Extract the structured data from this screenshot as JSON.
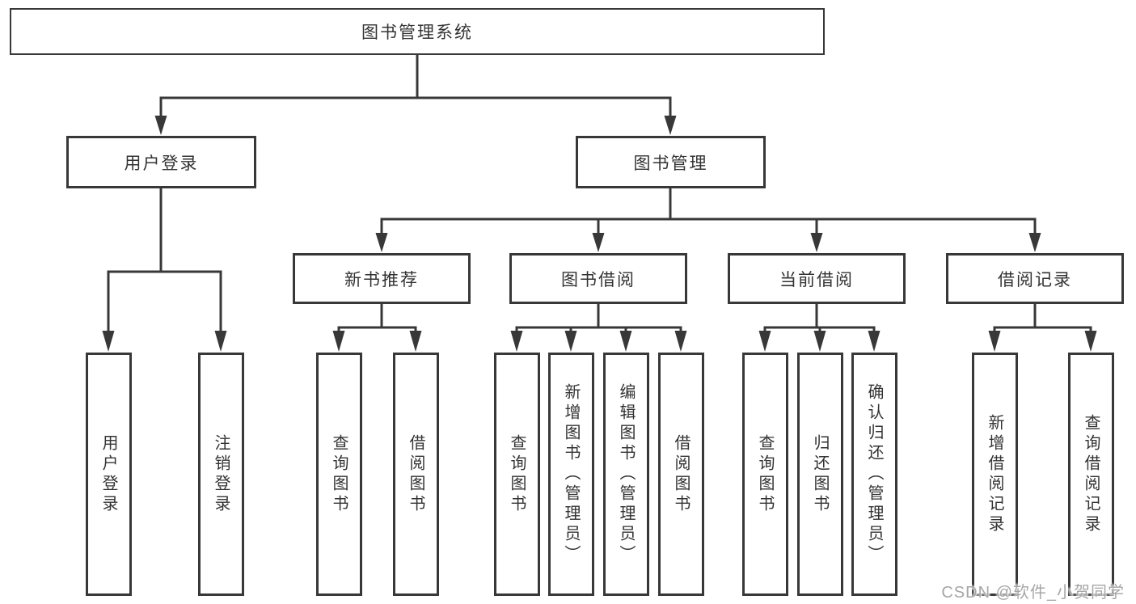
{
  "diagram_title": "图书管理系统",
  "colors": {
    "line": "#383838",
    "box_border": "#383838",
    "text": "#333333",
    "watermark": "#a6a6a6",
    "background": "#ffffff"
  },
  "nodes": {
    "root": "图书管理系统",
    "user_login_branch": "用户登录",
    "book_mgmt_branch": "图书管理",
    "new_book_rec": "新书推荐",
    "book_borrow": "图书借阅",
    "current_borrow": "当前借阅",
    "borrow_records": "借阅记录",
    "leaves": {
      "user_login": "用户登录",
      "logout": "注销登录",
      "query_book_rec": "查询图书",
      "borrow_book_rec": "借阅图书",
      "query_book_borrow": "查询图书",
      "add_book_admin": "新增图书（管理员）",
      "edit_book_admin": "编辑图书（管理员）",
      "borrow_book_borrow": "借阅图书",
      "query_book_current": "查询图书",
      "return_book": "归还图书",
      "confirm_return_admin": "确认归还（管理员）",
      "add_borrow_record": "新增借阅记录",
      "query_borrow_record": "查询借阅记录"
    }
  },
  "edges": [
    [
      "图书管理系统",
      "用户登录"
    ],
    [
      "图书管理系统",
      "图书管理"
    ],
    [
      "用户登录",
      "用户登录"
    ],
    [
      "用户登录",
      "注销登录"
    ],
    [
      "图书管理",
      "新书推荐"
    ],
    [
      "图书管理",
      "图书借阅"
    ],
    [
      "图书管理",
      "当前借阅"
    ],
    [
      "图书管理",
      "借阅记录"
    ],
    [
      "新书推荐",
      "查询图书"
    ],
    [
      "新书推荐",
      "借阅图书"
    ],
    [
      "图书借阅",
      "查询图书"
    ],
    [
      "图书借阅",
      "新增图书（管理员）"
    ],
    [
      "图书借阅",
      "编辑图书（管理员）"
    ],
    [
      "图书借阅",
      "借阅图书"
    ],
    [
      "当前借阅",
      "查询图书"
    ],
    [
      "当前借阅",
      "归还图书"
    ],
    [
      "当前借阅",
      "确认归还（管理员）"
    ],
    [
      "借阅记录",
      "新增借阅记录"
    ],
    [
      "借阅记录",
      "查询借阅记录"
    ]
  ],
  "watermark": "CSDN @软件_小贺同学"
}
